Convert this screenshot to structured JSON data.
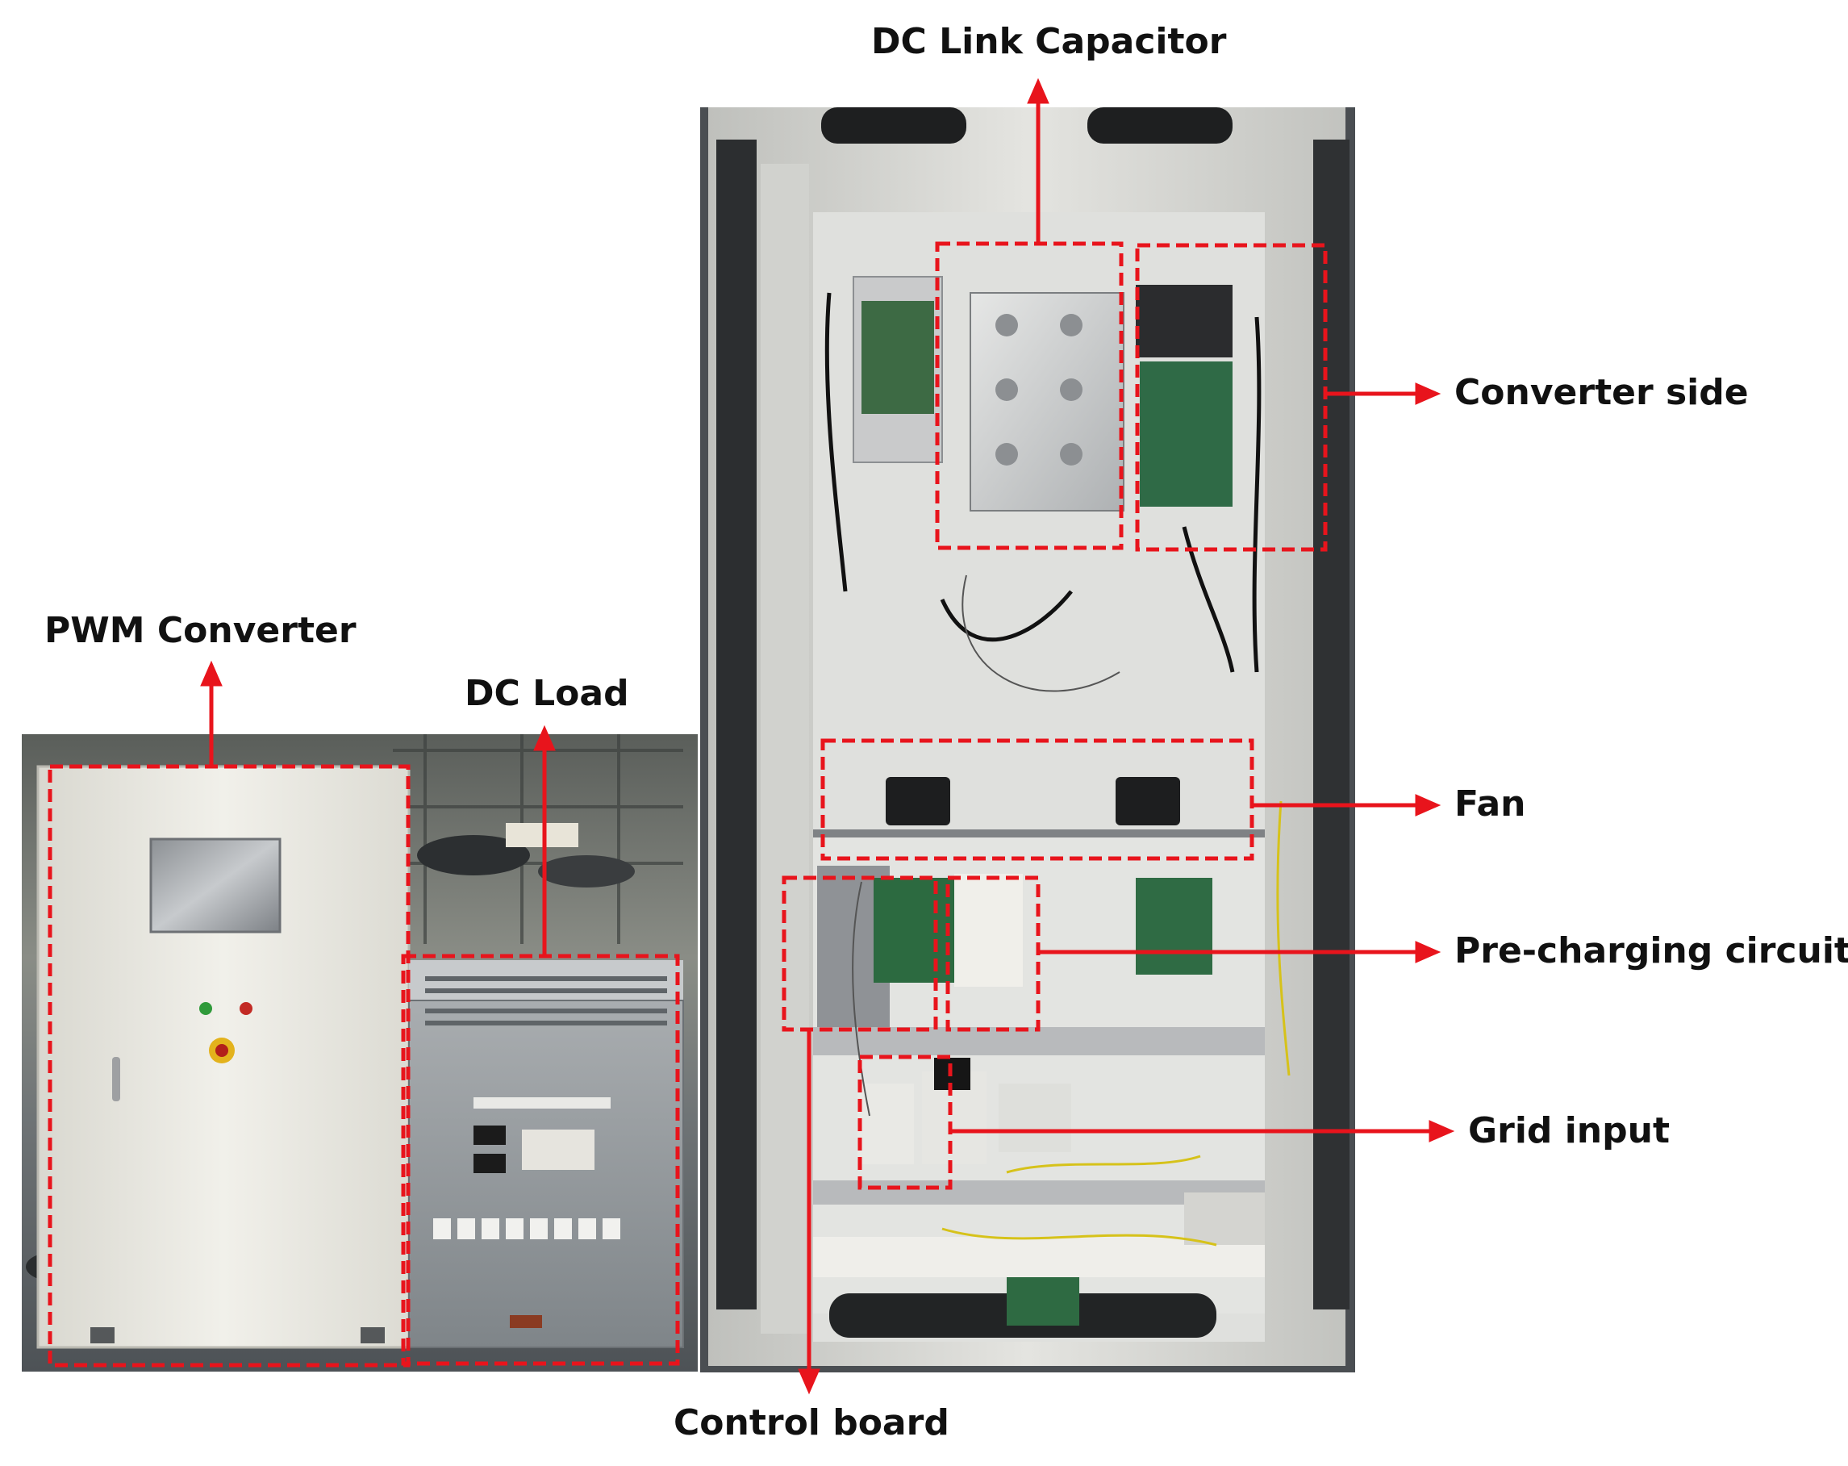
{
  "figure": {
    "labels": {
      "pwm_converter": "PWM Converter",
      "dc_load": "DC Load",
      "dc_link_capacitor": "DC Link Capacitor",
      "converter_side": "Converter side",
      "fan": "Fan",
      "pre_charging_circuit": "Pre-charging circuit",
      "grid_input": "Grid input",
      "control_board": "Control board"
    },
    "colors": {
      "annotation": "#e8141c",
      "cabinet_body": "#ecebe4",
      "load_body": "#8f959a",
      "panel_inside": "#dfe0dd",
      "background_floor": "#6e7478"
    }
  }
}
